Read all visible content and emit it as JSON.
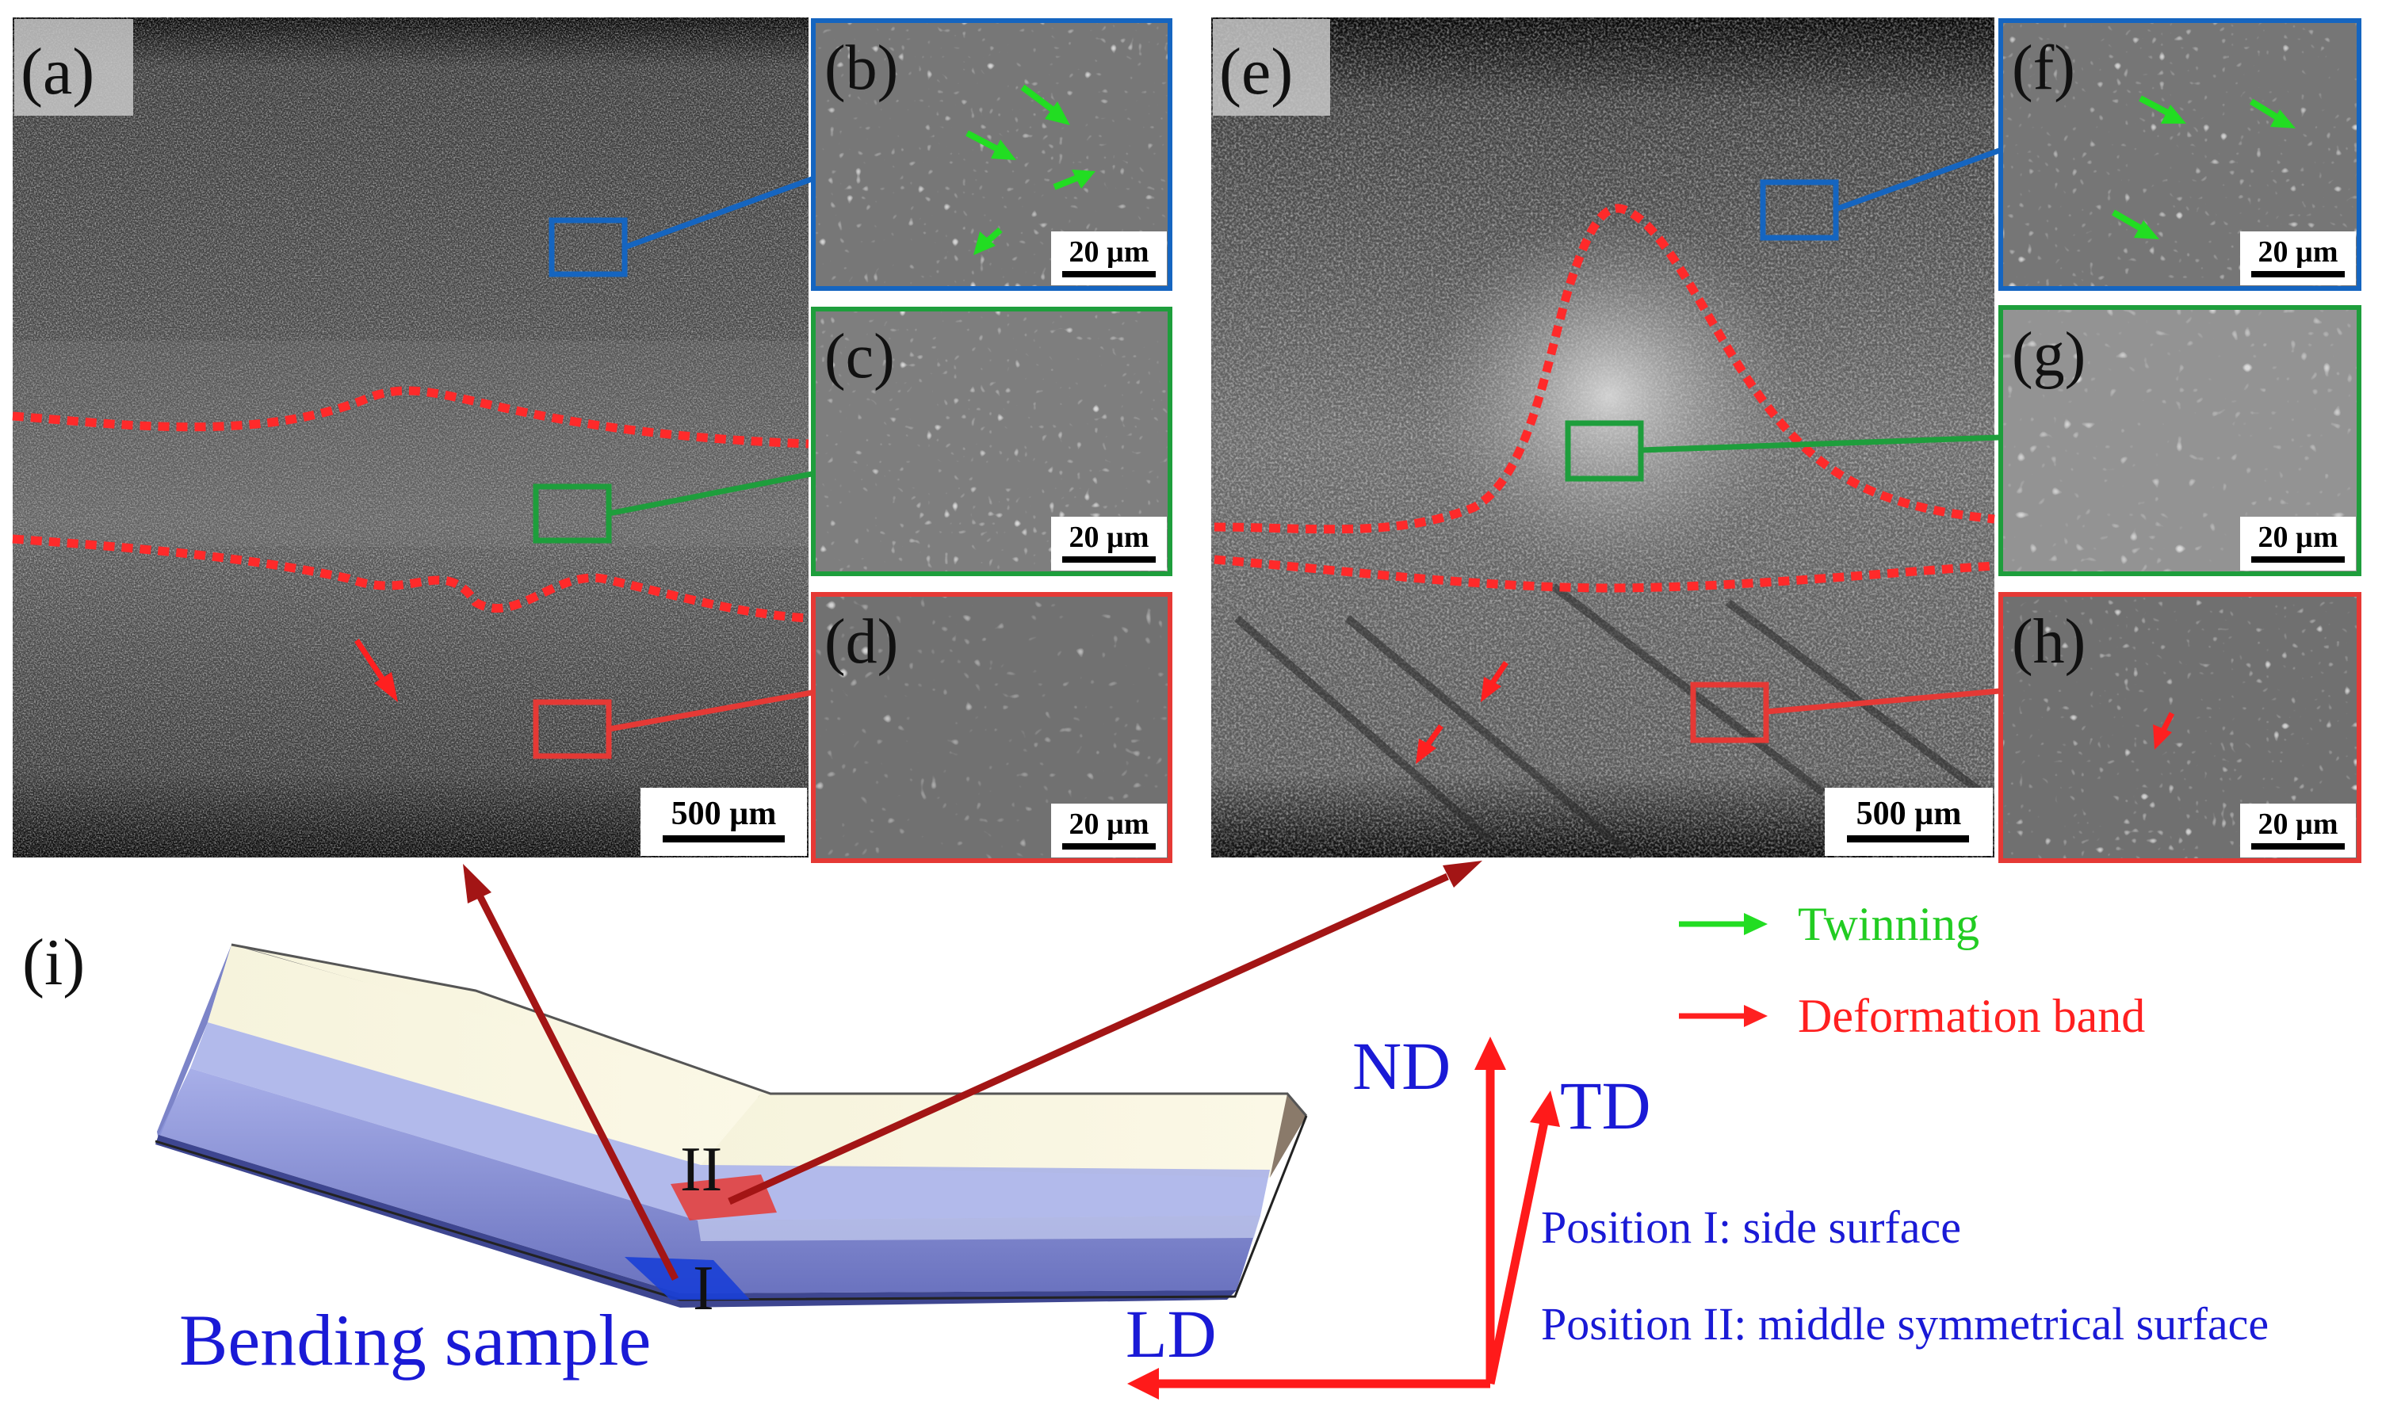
{
  "panels": {
    "a": {
      "label": "(a)",
      "scale_bar": "500 µm"
    },
    "b": {
      "label": "(b)",
      "scale_bar": "20 µm"
    },
    "c": {
      "label": "(c)",
      "scale_bar": "20 µm"
    },
    "d": {
      "label": "(d)",
      "scale_bar": "20 µm"
    },
    "e": {
      "label": "(e)",
      "scale_bar": "500 µm"
    },
    "f": {
      "label": "(f)",
      "scale_bar": "20 µm"
    },
    "g": {
      "label": "(g)",
      "scale_bar": "20 µm"
    },
    "h": {
      "label": "(h)",
      "scale_bar": "20 µm"
    },
    "i": {
      "label": "(i)"
    }
  },
  "schematic": {
    "position_one": "I",
    "position_two": "II",
    "sample_label": "Bending sample",
    "axis_nd": "ND",
    "axis_td": "TD",
    "axis_ld": "LD",
    "position_one_desc": "Position I: side surface",
    "position_two_desc": "Position II: middle symmetrical surface"
  },
  "legend": {
    "twinning": "Twinning",
    "deformation_band": "Deformation band"
  },
  "colors": {
    "blue_frame": "#1565c0",
    "green_frame": "#1e9e3c",
    "red_frame": "#e53935",
    "twin_arrow": "#22dd22",
    "band_arrow": "#ff2020",
    "axis": "#ff1a1a",
    "axis_text": "#1a1ad6",
    "connector": "#a31515"
  }
}
